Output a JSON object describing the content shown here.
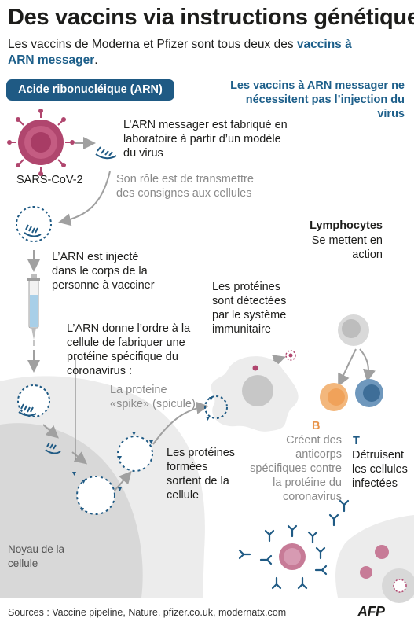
{
  "title": "Des vaccins via instructions génétiques",
  "subtitle": {
    "prefix": "Les vaccins de Moderna et Pfizer sont tous deux des ",
    "highlight": "vaccins à ARN messager",
    "suffix": "."
  },
  "badge": "Acide ribonucléique (ARN)",
  "callout": "Les vaccins à ARN messager ne nécessitent pas l’injection du virus",
  "labels": {
    "virus": "SARS-CoV-2",
    "arn_fabrique": "L’ARN messager est fabriqué en laboratoire à partir d’un modèle du virus",
    "son_role": "Son rôle est de transmettre des consignes aux cellules",
    "injecte": "L’ARN est injecté dans le corps de la personne à vacciner",
    "ordre": "L’ARN donne l’ordre à la cellule de fabriquer une protéine spécifique du coronavirus :",
    "spike": "La proteine «spike» (spicule)",
    "sortent": "Les protéines formées sortent de la cellule",
    "detectees": "Les protéines sont détectées par le système immunitaire",
    "lymphocytes_title": "Lymphocytes",
    "lymphocytes_action": "Se mettent en action",
    "b_letter": "B",
    "b_text": "Créent des anticorps spécifiques contre la protéine du coronavirus",
    "t_letter": "T",
    "t_text": "Détruisent les cellules infectées",
    "noyau": "Noyau de la cellule"
  },
  "sources": "Sources : Vaccine pipeline, Nature, pfizer.co.uk, modernatx.com",
  "logo": "AFP",
  "colors": {
    "accent_blue": "#1f5a84",
    "virus": "#b0466e",
    "lymph_b": "#f0a25a",
    "lymph_t": "#3e6e98",
    "cell_gray": "#e6e6e6",
    "nucleus_gray": "#d6d6d6"
  }
}
